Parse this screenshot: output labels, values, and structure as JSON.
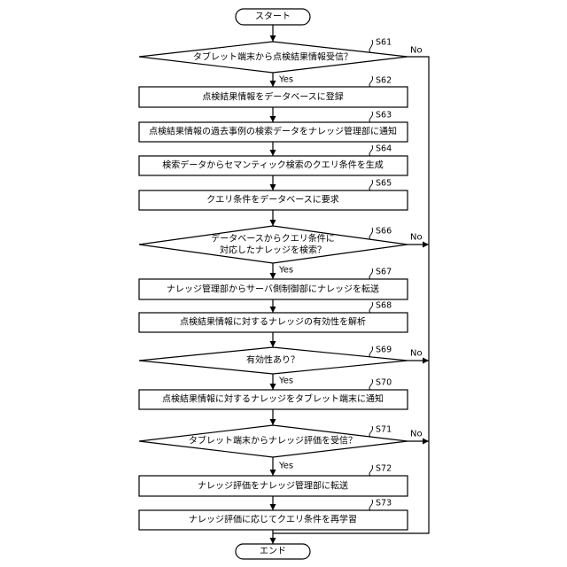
{
  "flowchart": {
    "start": "スタート",
    "end": "エンド",
    "yes": "Yes",
    "no": "No",
    "steps": [
      {
        "id": "S61",
        "lines": [
          "タブレット端末から点検結果情報受信？"
        ]
      },
      {
        "id": "S62",
        "lines": [
          "点検結果情報をデータベースに登録"
        ]
      },
      {
        "id": "S63",
        "lines": [
          "点検結果情報の過去事例の検索データをナレッジ管理部に通知"
        ]
      },
      {
        "id": "S64",
        "lines": [
          "検索データからセマンティック検索のクエリ条件を生成"
        ]
      },
      {
        "id": "S65",
        "lines": [
          "クエリ条件をデータベースに要求"
        ]
      },
      {
        "id": "S66",
        "lines": [
          "データベースからクエリ条件に",
          "対応したナレッジを検索？"
        ]
      },
      {
        "id": "S67",
        "lines": [
          "ナレッジ管理部からサーバ側制御部にナレッジを転送"
        ]
      },
      {
        "id": "S68",
        "lines": [
          "点検結果情報に対するナレッジの有効性を解析"
        ]
      },
      {
        "id": "S69",
        "lines": [
          "有効性あり？"
        ]
      },
      {
        "id": "S70",
        "lines": [
          "点検結果情報に対するナレッジをタブレット端末に通知"
        ]
      },
      {
        "id": "S71",
        "lines": [
          "タブレット端末からナレッジ評価を受信？"
        ]
      },
      {
        "id": "S72",
        "lines": [
          "ナレッジ評価をナレッジ管理部に転送"
        ]
      },
      {
        "id": "S73",
        "lines": [
          "ナレッジ評価に応じてクエリ条件を再学習"
        ]
      }
    ]
  }
}
